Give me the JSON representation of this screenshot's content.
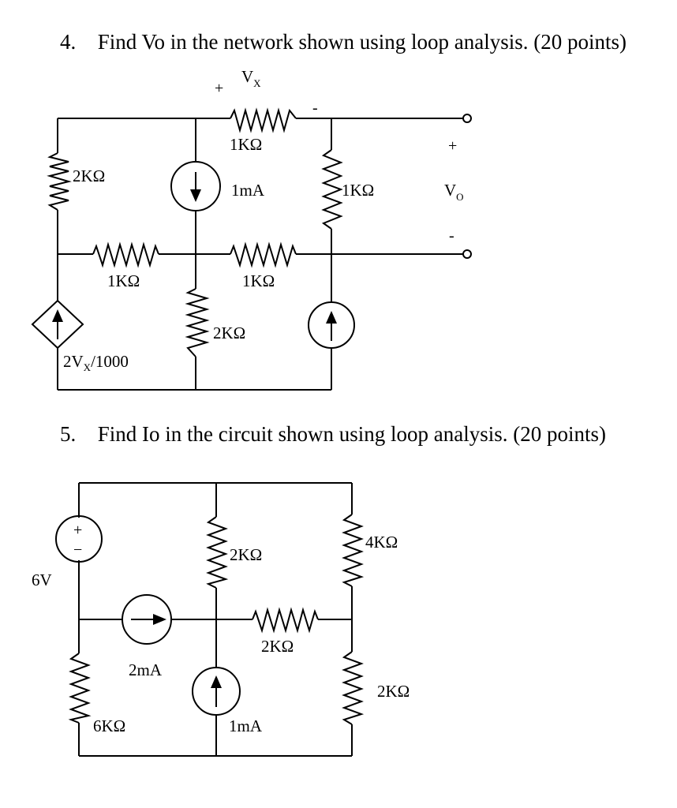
{
  "problems": [
    {
      "number": "4.",
      "text": "Find Vo in the network shown using loop analysis. (20 points)",
      "labels": {
        "vx_plus": "+",
        "vx_main": "V",
        "vx_sub": "X",
        "vx_minus": "-",
        "r_top": "1KΩ",
        "r_left": "2KΩ",
        "cs_top": "1mA",
        "r_right": "1KΩ",
        "vo_plus": "+",
        "vo_main": "V",
        "vo_sub": "O",
        "vo_minus": "-",
        "r_mid_left": "1KΩ",
        "r_mid_right": "1KΩ",
        "r_bottom_mid": "2KΩ",
        "dep_pre": "2V",
        "dep_sub": "X",
        "dep_post": "/1000"
      }
    },
    {
      "number": "5.",
      "text": "Find Io in the circuit shown using loop analysis. (20 points)",
      "labels": {
        "vs_plus": "+",
        "vs_minus": "−",
        "vs": "6V",
        "r_mid_top": "2KΩ",
        "r_right_top": "4KΩ",
        "r_mid_horiz": "2KΩ",
        "cs_left": "2mA",
        "r_right_bottom": "2KΩ",
        "r_left_bottom": "6KΩ",
        "cs_bottom": "1mA"
      }
    }
  ]
}
